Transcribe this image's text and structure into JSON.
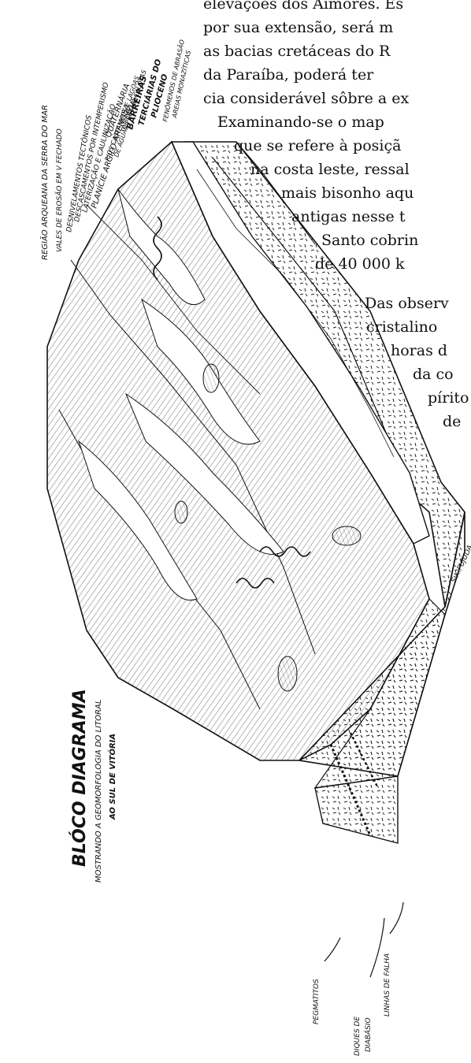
{
  "text_lines": [
    "elevações dos Aimorés. Es",
    "por sua extensão, será m",
    "as bacias cretáceas do R",
    "da Paraíba, poderá ter",
    "cia considerável sôbre a ex",
    "Examinando-se o map",
    "que se refere à posiçã",
    "na costa leste, ressal",
    "mais bisonho aqu",
    "antigas nesse t",
    "Santo cobrin",
    "de 40 000 k",
    "Das observ",
    "cristalino",
    "horas d",
    "da co",
    "pírito",
    "de"
  ],
  "diagram": {
    "title": "BLÓCO DIAGRAMA",
    "subtitle_line1": "MOSTRANDO A GEOMORFOLOGIA DO LITORAL",
    "subtitle_line2": "AO SUL DE VITÓRIA",
    "top_labels": [
      {
        "line1": "REGIÃO ARQUEANA DA SERRA DO MAR",
        "line2": "VALES DE EROSÃO EM V FECHADO"
      },
      {
        "line1": "DESNIVELAMENTOS TECTÔNICOS",
        "line2": "DESCASCAMENTOS POR INTEMPERISMO"
      },
      {
        "line1": "LATERIZAÇÃO E CAULINIZAÇÃO",
        "line2": "PLANÍCIE ARGILO-ARENOSA"
      },
      {
        "line1": "QUATERNÁRIA",
        "line2": ""
      },
      {
        "line1": "RIOS CASTANHOS E LAGOAS",
        "line2": "DE ÁGUAS PRETAS, CALOTAS"
      },
      {
        "line1": "DE ONDAS",
        "line2": "BARREIRAS"
      },
      {
        "line1": "TERCIÁRIAS DO",
        "line2": "PLIOCENO"
      },
      {
        "line1": "FENÔMENOS DE ABRASÃO",
        "line2": "AREIAS MONAZÍTICAS"
      }
    ],
    "bottom_labels": [
      "PEGMATITOS",
      "DIQUES DE",
      "DIABÁSIO",
      "LINHAS DE FALHA"
    ],
    "signature": "S.K.FUJUDA"
  }
}
